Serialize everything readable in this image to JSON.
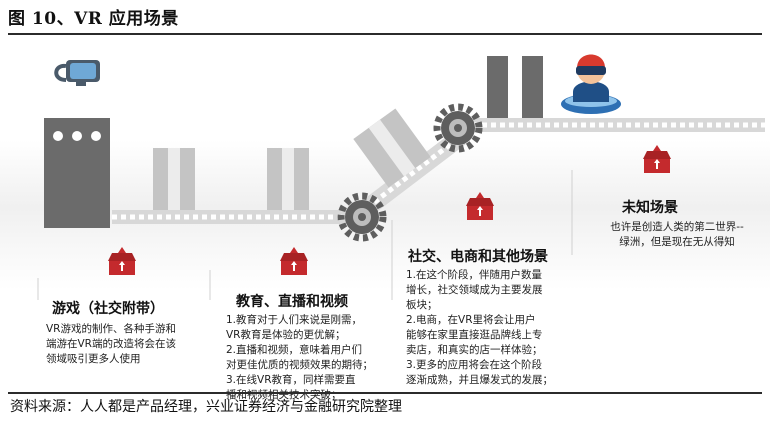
{
  "figure_title": "图 10、VR 应用场景",
  "source": "资料来源：人人都是产品经理，兴业证券经济与金融研究院整理",
  "colors": {
    "accent": "#c42a2d",
    "gray_dark": "#6b6b6b",
    "gray_light": "#c4c4c4",
    "gear": "#5e5e5e",
    "conveyor": "#d8d8d8"
  },
  "icons": {
    "headset": "vr-headset-icon",
    "user": "vr-user-icon",
    "box": "open-box-icon",
    "gear": "gear-icon"
  },
  "stages": [
    {
      "title": "游戏（社交附带）",
      "lines": [
        "VR游戏的制作、各种手游和",
        "端游在VR端的改造将会在该",
        "领域吸引更多人使用"
      ]
    },
    {
      "title": "教育、直播和视频",
      "lines": [
        "1.教育对于人们来说是刚需，",
        "VR教育是体验的更优解；",
        "2.直播和视频，意味着用户们",
        "对更佳优质的视频效果的期待；",
        "3.在线VR教育，同样需要直",
        "播和视频相关技术突破；"
      ]
    },
    {
      "title": "社交、电商和其他场景",
      "lines": [
        "1.在这个阶段，伴随用户数量",
        "增长，社交领域成为主要发展",
        "板块；",
        "2.电商，在VR里将会让用户",
        "能够在家里直接逛品牌线上专",
        "卖店，和真实的店一样体验；",
        "3.更多的应用将会在这个阶段",
        "逐渐成熟，并且爆发式的发展；"
      ]
    },
    {
      "title": "未知场景",
      "lines": [
        "也许是创造人类的第二世界--",
        "绿洲，但是现在无从得知"
      ]
    }
  ]
}
